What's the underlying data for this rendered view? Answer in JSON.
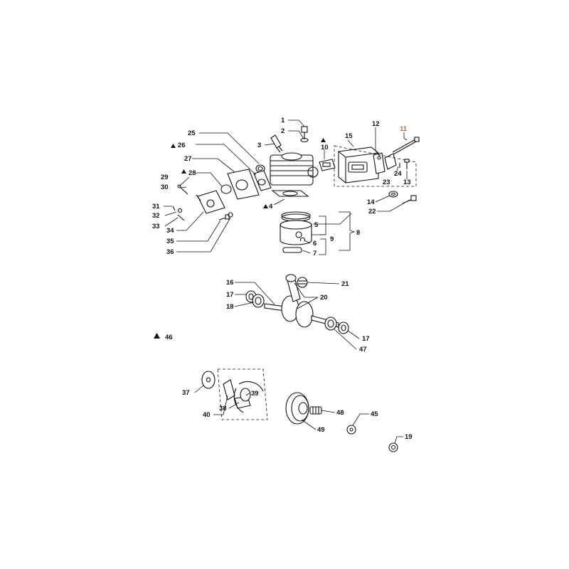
{
  "colors": {
    "line": "#111111",
    "highlight": "#c8641e",
    "background": "#ffffff"
  },
  "symbols": {
    "triangle": "triangle-marker-icon"
  },
  "labels": {
    "l1": "1",
    "l2": "2",
    "l3": "3",
    "l4": "4",
    "l5": "5",
    "l6": "6",
    "l7": "7",
    "l8": "8",
    "l9": "9",
    "l10": "10",
    "l11": "11",
    "l12": "12",
    "l13": "13",
    "l14": "14",
    "l15": "15",
    "l16": "16",
    "l17a": "17",
    "l17b": "17",
    "l18": "18",
    "l19": "19",
    "l20": "20",
    "l21": "21",
    "l22": "22",
    "l23": "23",
    "l24": "24",
    "l25": "25",
    "l26": "26",
    "l27": "27",
    "l28": "28",
    "l29": "29",
    "l30": "30",
    "l31": "31",
    "l32": "32",
    "l33": "33",
    "l34": "34",
    "l35": "35",
    "l36": "36",
    "l37": "37",
    "l38": "38",
    "l39": "39",
    "l40": "40",
    "l45": "45",
    "l46": "46",
    "l47": "47",
    "l48": "48",
    "l49": "49"
  }
}
